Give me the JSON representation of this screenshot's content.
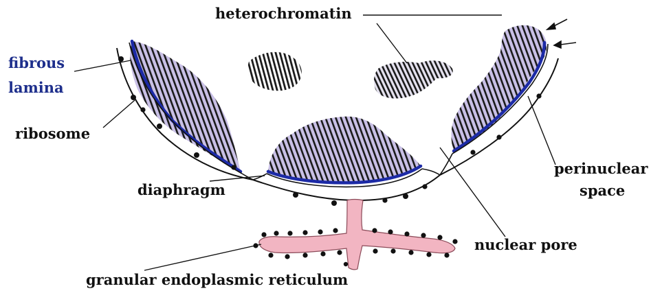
{
  "labels": {
    "heterochromatin": "heterochromatin",
    "fibrous_lamina_1": "fibrous",
    "fibrous_lamina_2": "lamina",
    "ribosome": "ribosome",
    "perinuclear_1": "perinuclear",
    "perinuclear_2": "space",
    "diaphragm": "diaphragm",
    "nuclear_pore": "nuclear pore",
    "granular_er": "granular endoplasmic reticulum"
  },
  "colors": {
    "chromatin_fill": "#c9c0e6",
    "chromatin_stripe": "#1a1a1a",
    "lamina": "#1c2aa6",
    "membrane": "#111111",
    "er_fill": "#f2b5c2",
    "er_edge": "#8a4a58",
    "label_blue": "#1e2f8c",
    "label_black": "#111111"
  }
}
